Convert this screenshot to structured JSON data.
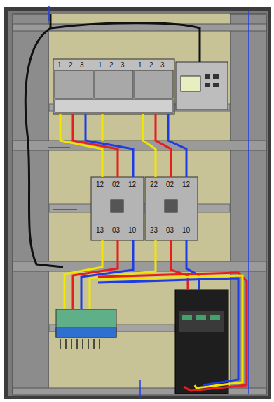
{
  "diagram": {
    "labels": [
      "1",
      "2",
      "3",
      "1",
      "2",
      "3",
      "1",
      "2",
      "3",
      "12",
      "02",
      "12",
      "22",
      "02",
      "12",
      "13",
      "03",
      "10",
      "23",
      "03",
      "10"
    ]
  }
}
